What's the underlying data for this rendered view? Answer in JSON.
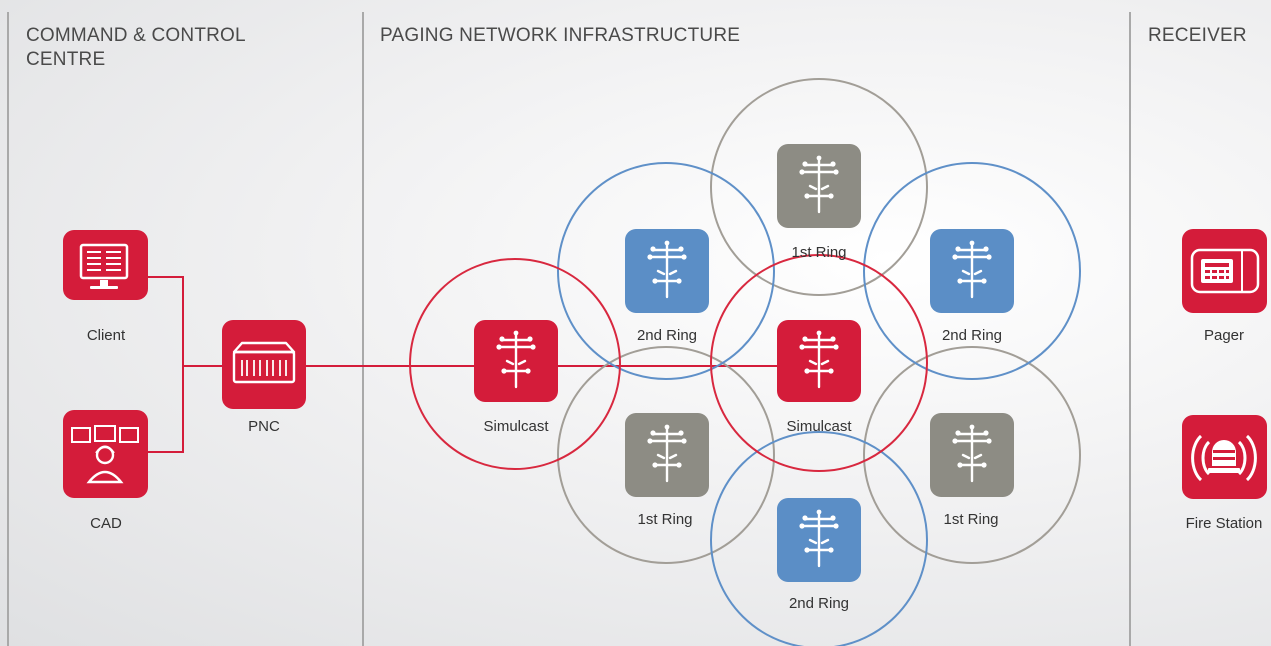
{
  "sections": {
    "command": "COMMAND & CONTROL CENTRE",
    "paging": "PAGING NETWORK INFRASTRUCTURE",
    "receiver": "RECEIVER"
  },
  "nodes": {
    "client": "Client",
    "cad": "CAD",
    "pnc": "PNC",
    "simulcast_left": "Simulcast",
    "simulcast_center": "Simulcast",
    "ring1_top": "1st Ring",
    "ring2_upper_left": "2nd Ring",
    "ring2_upper_right": "2nd Ring",
    "ring1_lower_left": "1st Ring",
    "ring1_lower_right": "1st Ring",
    "ring2_bottom": "2nd Ring",
    "pager": "Pager",
    "fire_station": "Fire Station"
  },
  "colors": {
    "red": "#d41c3a",
    "blue": "#5b8ec6",
    "gray": "#8d8c84",
    "circle_red": "#d8283f",
    "circle_blue": "#5f90c8",
    "circle_gray": "#a29e97",
    "divider": "#a9a9a9"
  }
}
